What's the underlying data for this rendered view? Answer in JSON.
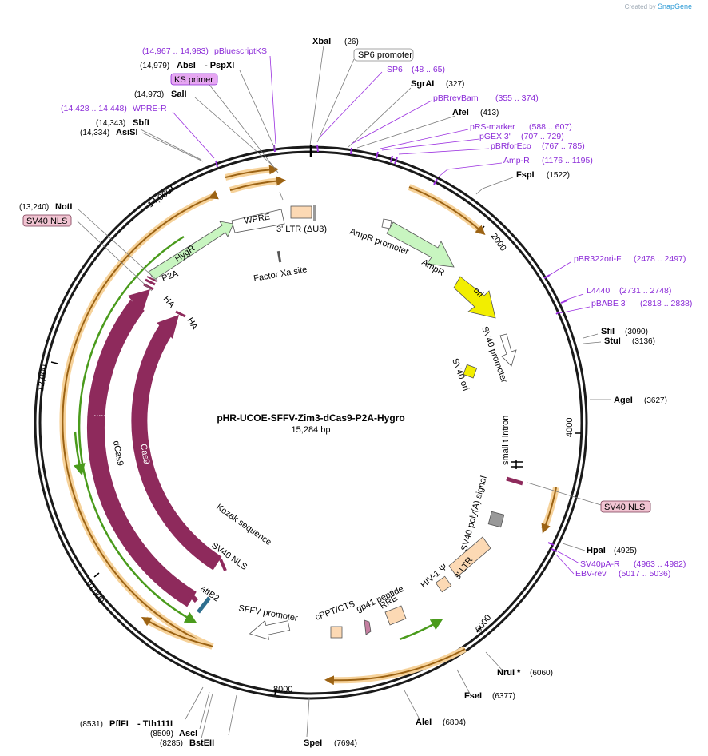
{
  "brand": {
    "prefix": "Created by",
    "name": "SnapGene"
  },
  "plasmid": {
    "name": "pHR-UCOE-SFFV-Zim3-dCas9-P2A-Hygro",
    "length": "15,284 bp"
  },
  "ticks": [
    "2000",
    "4000",
    "6000",
    "8000",
    "10,000",
    "12,000",
    "14,000"
  ],
  "enzymes": [
    {
      "name": "XbaI",
      "pos": "(26)"
    },
    {
      "name": "SgrAI",
      "pos": "(327)"
    },
    {
      "name": "AfeI",
      "pos": "(413)"
    },
    {
      "name": "FspI",
      "pos": "(1522)"
    },
    {
      "name": "SfiI",
      "pos": "(3090)"
    },
    {
      "name": "StuI",
      "pos": "(3136)"
    },
    {
      "name": "AgeI",
      "pos": "(3627)"
    },
    {
      "name": "HpaI",
      "pos": "(4925)"
    },
    {
      "name": "NruI *",
      "pos": "(6060)"
    },
    {
      "name": "FseI",
      "pos": "(6377)"
    },
    {
      "name": "AleI",
      "pos": "(6804)"
    },
    {
      "name": "SpeI",
      "pos": "(7694)"
    },
    {
      "name": "BstEII",
      "pos": "(8285)"
    },
    {
      "name": "AscI",
      "pos": "(8509)"
    },
    {
      "name": "PflFI",
      "pos": "(8531)"
    },
    {
      "name": "- Tth111I",
      "pos": ""
    },
    {
      "name": "NotI",
      "pos": "(13,240)"
    },
    {
      "name": "AsiSI",
      "pos": "(14,334)"
    },
    {
      "name": "SbfI",
      "pos": "(14,343)"
    },
    {
      "name": "SalI",
      "pos": "(14,973)"
    },
    {
      "name": "AbsI",
      "pos": "(14,979)"
    },
    {
      "name": "- PspXI",
      "pos": ""
    }
  ],
  "primers": [
    {
      "name": "SP6",
      "range": "(48 .. 65)"
    },
    {
      "name": "pBRrevBam",
      "range": "(355 .. 374)"
    },
    {
      "name": "pRS-marker",
      "range": "(588 .. 607)"
    },
    {
      "name": "pGEX 3'",
      "range": "(707 .. 729)"
    },
    {
      "name": "pBRforEco",
      "range": "(767 .. 785)"
    },
    {
      "name": "Amp-R",
      "range": "(1176 .. 1195)"
    },
    {
      "name": "pBR322ori-F",
      "range": "(2478 .. 2497)"
    },
    {
      "name": "L4440",
      "range": "(2731 .. 2748)"
    },
    {
      "name": "pBABE 3'",
      "range": "(2818 .. 2838)"
    },
    {
      "name": "SV40pA-R",
      "range": "(4963 .. 4982)"
    },
    {
      "name": "EBV-rev",
      "range": "(5017 .. 5036)"
    },
    {
      "name": "pBluescriptKS",
      "range": "(14,967 .. 14,983)"
    },
    {
      "name": "WPRE-R",
      "range": "(14,428 .. 14,448)"
    }
  ],
  "boxed": {
    "sp6_promoter": "SP6 promoter",
    "ks_primer": "KS primer",
    "sv40_nls_right": "SV40 NLS",
    "sv40_nls_left": "SV40 NLS"
  },
  "features": [
    "3' LTR (ΔU3)",
    "WPRE",
    "Factor Xa site",
    "AmpR promoter",
    "AmpR",
    "ori",
    "SV40 promoter",
    "SV40 ori",
    "small t intron",
    "SV40 poly(A) signal",
    "3' LTR",
    "HIV-1 Ψ",
    "RRE",
    "gp41 peptide",
    "cPPT/CTS",
    "SFFV promoter",
    "attB2",
    "SV40 NLS",
    "Kozak sequence",
    "Cas9",
    "dCas9",
    "HA",
    "HA",
    "P2A",
    "HygR"
  ],
  "colors": {
    "backbone": "#1a1a1a",
    "cas9": "#8e2a5c",
    "hygr": "#c8f5c0",
    "ori": "#f2ee00",
    "ltr": "#fcd9b4",
    "orf_highlight": "#f6d29a",
    "orf_arrow": "#9c6314",
    "green_orf": "#4a9b1c",
    "primer": "#8b2bd8",
    "nls_box": "#f1c4d2"
  }
}
